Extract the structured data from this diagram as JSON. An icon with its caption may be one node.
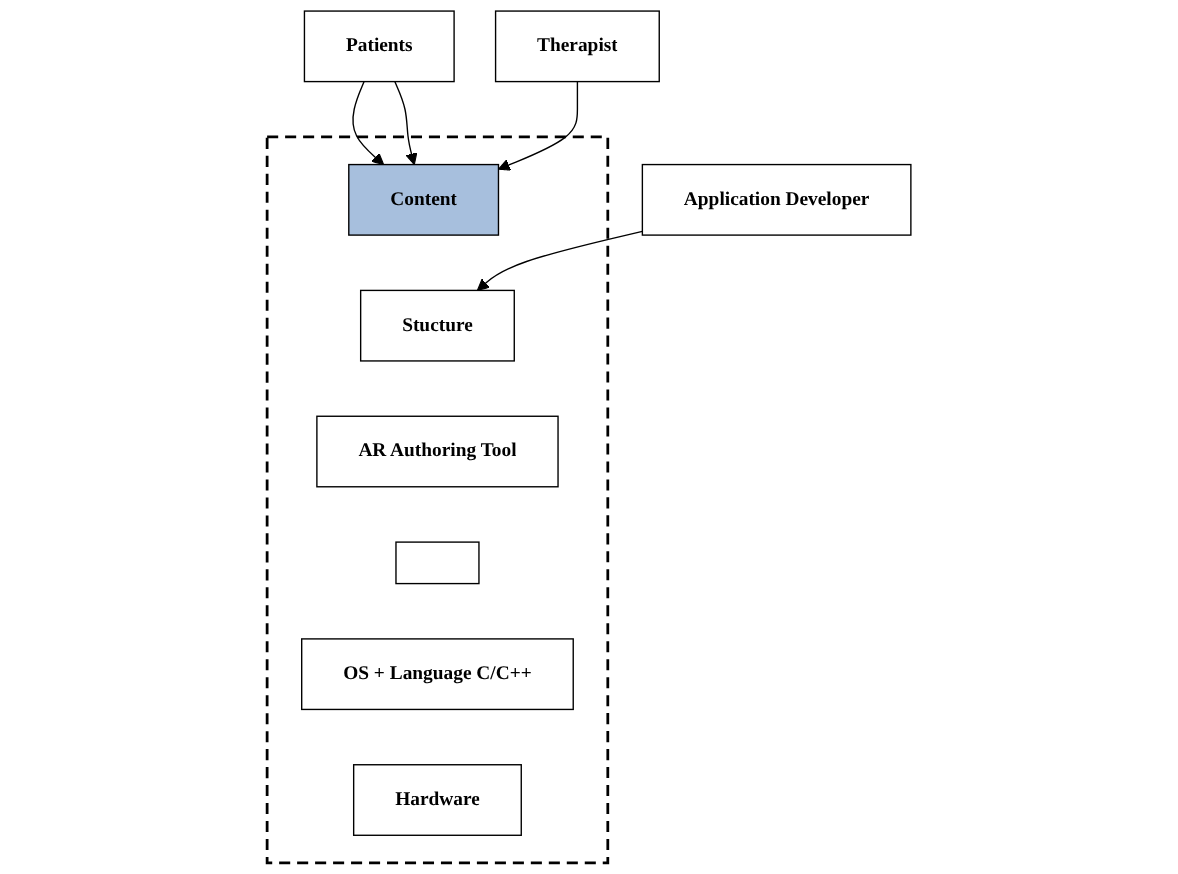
{
  "diagram": {
    "nodes": [
      {
        "text": [
          "Patients"
        ]
      },
      {
        "text": [],
        "shape": "box"
      },
      {
        "text": [
          "Content"
        ],
        "in": 1
      },
      {
        "text": [
          "Stucture"
        ],
        "in": 1
      },
      {
        "text": [
          "AR Authoring Tool"
        ],
        "in": 1
      },
      {
        "text": [],
        "shape": "box",
        "in": 1
      },
      {
        "text": [
          "OS + Language C/C++"
        ],
        "in": 1
      },
      {
        "text": [
          "Hardware"
        ],
        "in": 1
      },
      {
        "text": [
          "Therapist"
        ]
      },
      {
        "text": [
          "Application Developer"
        ]
      }
    ],
    "edges": [
      {
        "from": 0,
        "to": 2,
        "arrow": "to"
      },
      {
        "from": 0,
        "to": 2,
        "arrow": "to"
      },
      {
        "from": 8,
        "to": 2,
        "arrow": "to"
      },
      {
        "from": 9,
        "to": 3,
        "arrow": "to"
      }
    ]
  }
}
